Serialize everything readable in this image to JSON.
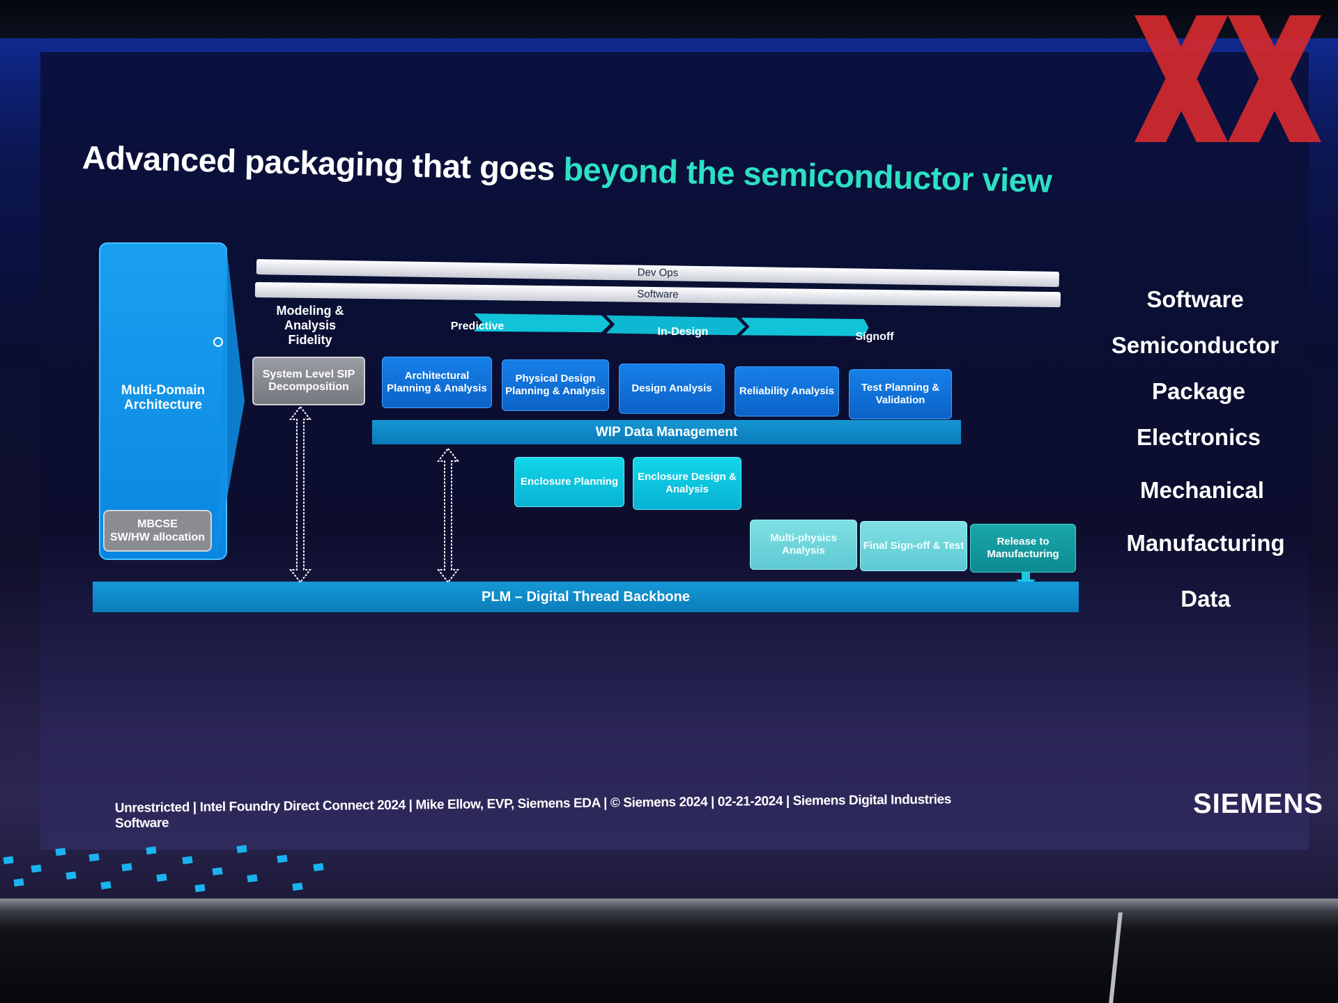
{
  "title": {
    "main": "Advanced packaging that goes ",
    "highlight": "beyond the semiconductor view"
  },
  "bars": {
    "devops": "Dev Ops",
    "software": "Software"
  },
  "architecture": {
    "label": "Multi-Domain Architecture",
    "mbcse_line1": "MBCSE",
    "mbcse_line2": "SW/HW allocation"
  },
  "modeling": {
    "label": "Modeling & Analysis Fidelity",
    "system_level": "System Level SIP Decomposition"
  },
  "phases": [
    "Predictive",
    "In-Design",
    "Signoff"
  ],
  "design_boxes": [
    "Architectural Planning & Analysis",
    "Physical Design Planning & Analysis",
    "Design Analysis",
    "Reliability Analysis",
    "Test Planning & Validation"
  ],
  "wip": "WIP Data Management",
  "enclosure": [
    "Enclosure Planning",
    "Enclosure Design & Analysis"
  ],
  "signoff_boxes": [
    "Multi-physics Analysis",
    "Final Sign-off & Test",
    "Release to Manufacturing"
  ],
  "plm": "PLM – Digital Thread Backbone",
  "domains": [
    "Software",
    "Semiconductor",
    "Package",
    "Electronics",
    "Mechanical",
    "Manufacturing",
    "Data"
  ],
  "footer": "Unrestricted | Intel Foundry Direct Connect 2024 | Mike Ellow, EVP, Siemens EDA | © Siemens 2024 | 02-21-2024 | Siemens Digital Industries Software",
  "logo": "SIEMENS",
  "colors": {
    "highlight": "#2de0c4",
    "watermark": "#d42a2e",
    "blue_box": "#1680e8",
    "cyan_box": "#12d6e8"
  }
}
